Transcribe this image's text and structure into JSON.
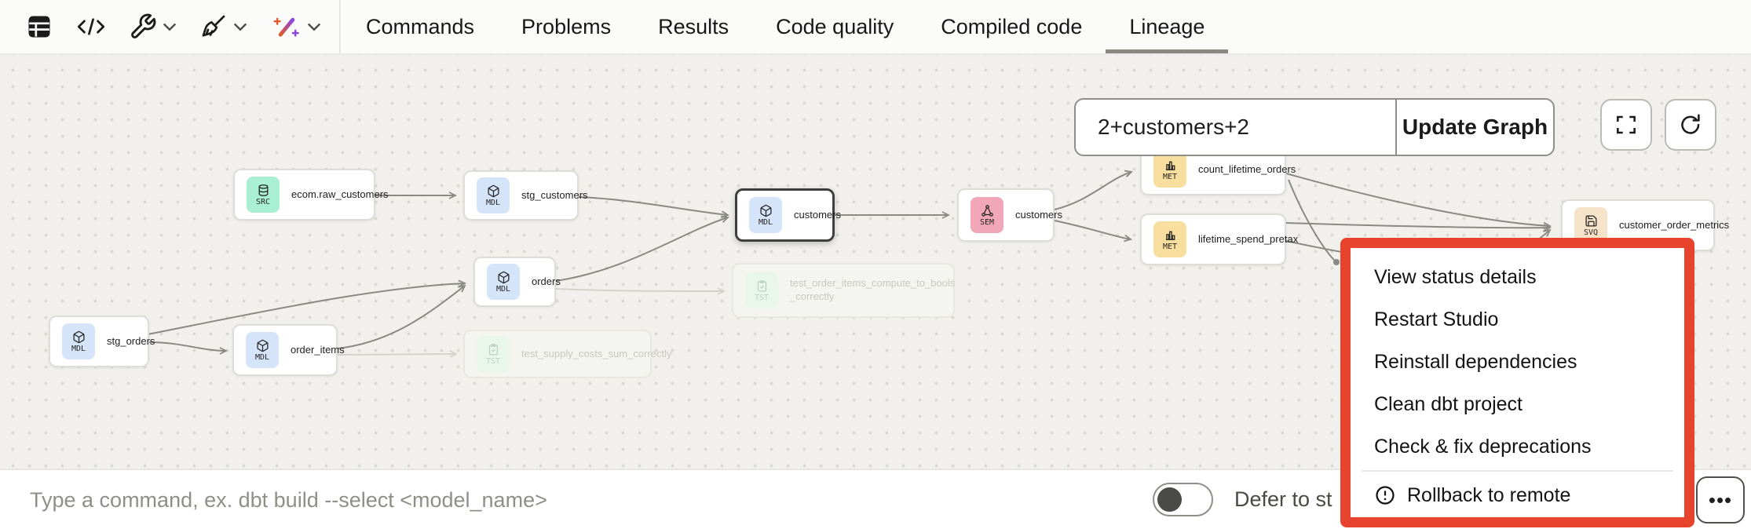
{
  "topbar": {
    "tabs": [
      "Commands",
      "Problems",
      "Results",
      "Code quality",
      "Compiled code",
      "Lineage"
    ],
    "active_tab": "Lineage"
  },
  "lineage": {
    "selector_value": "2+customers+2",
    "update_button": "Update Graph",
    "nodes": [
      {
        "type": "MDL",
        "label": "stg_orders"
      },
      {
        "type": "MDL",
        "label": "order_items"
      },
      {
        "type": "SRC",
        "label": "ecom.raw_customers"
      },
      {
        "type": "MDL",
        "label": "stg_customers"
      },
      {
        "type": "MDL",
        "label": "orders"
      },
      {
        "type": "MDL",
        "label": "customers"
      },
      {
        "type": "SEM",
        "label": "customers"
      },
      {
        "type": "MET",
        "label": "count_lifetime_orders"
      },
      {
        "type": "MET",
        "label": "lifetime_spend_pretax"
      },
      {
        "type": "SVQ",
        "label": "customer_order_metrics"
      },
      {
        "type": "TST",
        "label": "test_order_items_compute_to_bools _correctly"
      },
      {
        "type": "TST",
        "label": "test_supply_costs_sum_correctly"
      }
    ]
  },
  "menu": {
    "items": [
      "View status details",
      "Restart Studio",
      "Reinstall dependencies",
      "Clean dbt project",
      "Check & fix deprecations"
    ],
    "footer_item": "Rollback to remote"
  },
  "command_bar": {
    "placeholder": "Type a command, ex. dbt build --select <model_name>",
    "defer_label": "Defer to st",
    "more_label": "•••"
  },
  "colors": {
    "accent_red": "#E8432C",
    "badge_model": "#D6E4FA",
    "badge_source": "#A9EFD3",
    "badge_semantic": "#F2A7B8",
    "badge_metric": "#F8DF9F",
    "badge_saved_query": "#F7E3CA",
    "badge_test": "#E9F6EC",
    "canvas_bg": "#F1F0ED"
  }
}
